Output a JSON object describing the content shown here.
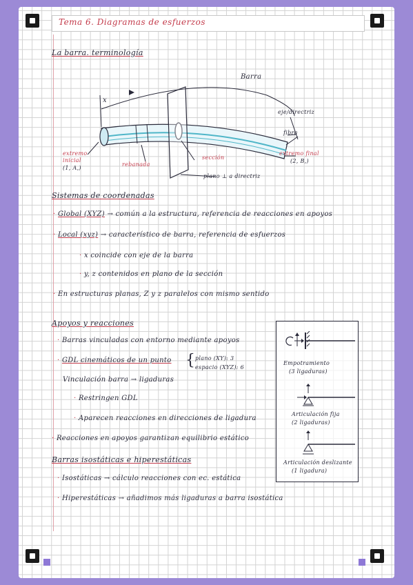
{
  "header": {
    "title": "Tema 6. Diagramas de esfuerzos"
  },
  "section1": {
    "heading": "La barra. terminología",
    "labels": {
      "barra": "Barra",
      "x": "x",
      "eje": "eje/directriz",
      "fibra": "fibra",
      "extremo_inicial_1": "extremo",
      "extremo_inicial_2": "inicial",
      "extremo_inicial_3": "(1, A,)",
      "rebanada": "rebanada",
      "seccion": "sección",
      "extremo_final_1": "extremo final",
      "extremo_final_2": "(2, B,)",
      "plano": "plano ⊥ a directriz"
    }
  },
  "section2": {
    "heading": "Sistemas de coordenadas",
    "items": [
      {
        "key": "Global (XYZ)",
        "text": "→ común a la estructura, referencia de reacciones en apoyos"
      },
      {
        "key": "Local (xyz)",
        "text": "→ característico de barra, referencia de esfuerzos"
      }
    ],
    "sub": [
      "x coincide con eje de la barra",
      "y, z contenidos en plano de la sección"
    ],
    "note": "En estructuras planas, Z y z paralelos con mismo sentido"
  },
  "section3": {
    "heading": "Apoyos y reacciones",
    "b1": "Barras vinculadas con entorno mediante apoyos",
    "gdl": "GDL cinemáticos de un punto",
    "plano": "plano (XY): 3",
    "espacio": "espacio (XYZ): 6",
    "vinc": "Vinculación barra → ligaduras",
    "sub1": "Restringen GDL",
    "sub2": "Aparecen reacciones en direcciones de ligadura",
    "reac": "Reacciones en apoyos garantizan equilibrio estático"
  },
  "supports": [
    {
      "name": "Empotramiento",
      "lig": "(3 ligaduras)"
    },
    {
      "name": "Articulación fija",
      "lig": "(2 ligaduras)"
    },
    {
      "name": "Articulación deslizante",
      "lig": "(1 ligadura)"
    }
  ],
  "section4": {
    "heading": "Barras isostáticas e hiperestáticas",
    "iso": "Isostáticas → cálculo reacciones con ec. estática",
    "hiper": "Hiperestáticas → añadimos más ligaduras a barra isostática"
  },
  "colors": {
    "border": "#9c8ad6",
    "accent_red": "#c33b4b",
    "ink": "#2a2a3a",
    "teal": "#4fb6c8"
  }
}
